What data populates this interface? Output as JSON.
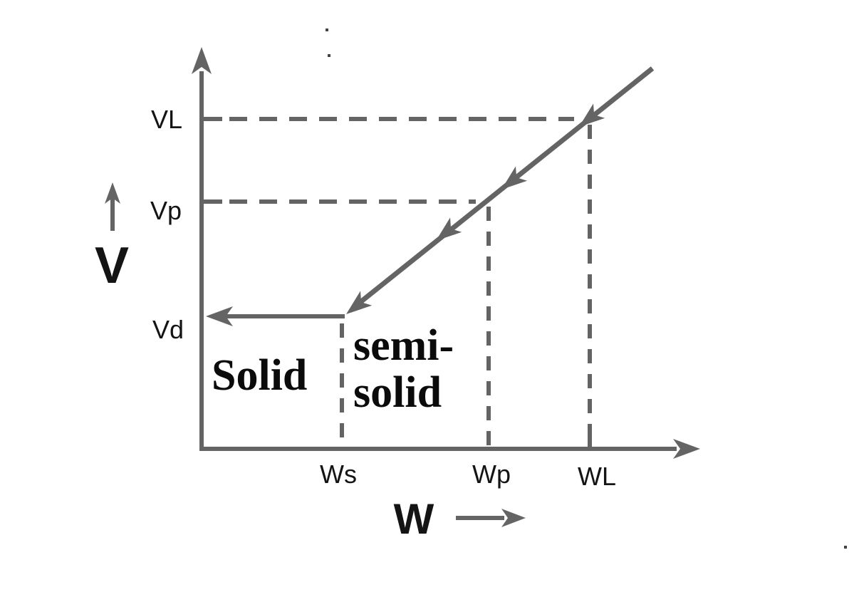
{
  "chart_data": {
    "type": "line",
    "title": "",
    "xlabel": "W",
    "ylabel": "V",
    "numeric_axes": false,
    "grid": false,
    "x_tick_labels": [
      "Ws",
      "Wp",
      "WL"
    ],
    "y_tick_labels": [
      "Vd",
      "Vp",
      "VL"
    ],
    "series": [
      {
        "name": "volume-water-content-line",
        "description": "Straight rising line passing through (Ws,Vd), (Wp,Vp), (WL,VL) and continuing beyond WL; arrowheads along it point toward decreasing W (drying path)",
        "points": [
          [
            "Ws",
            "Vd"
          ],
          [
            "Wp",
            "Vp"
          ],
          [
            "WL",
            "VL"
          ]
        ]
      },
      {
        "name": "constant-volume-segment",
        "description": "Horizontal left-pointing arrow at V = Vd from W = Ws to the V axis (volume constant below shrinkage limit)",
        "points": [
          [
            "Ws",
            "Vd"
          ],
          [
            "0",
            "Vd"
          ]
        ]
      }
    ],
    "dashed_guides": [
      "horizontal at VL from V-axis to line at WL",
      "horizontal at Vp from V-axis to line at Wp",
      "vertical at Ws from Vd level to W-axis",
      "vertical at Wp from Vp level to W-axis",
      "vertical at WL from VL level to W-axis"
    ],
    "region_labels": [
      {
        "label": "Solid",
        "location": "left of Ws, below Vd"
      },
      {
        "label": "semi-solid",
        "location": "between Ws and Wp, below the line"
      }
    ]
  },
  "labels": {
    "y_axis_letter": "V",
    "x_axis_letter": "W",
    "vl": "VL",
    "vp": "Vp",
    "vd": "Vd",
    "ws": "Ws",
    "wp": "Wp",
    "wl": "WL",
    "region_solid": "Solid",
    "region_semisolid_line1": "semi-",
    "region_semisolid_line2": "solid"
  },
  "colors": {
    "line_gray": "#646464",
    "text_black": "#141414",
    "background": "#ffffff"
  }
}
